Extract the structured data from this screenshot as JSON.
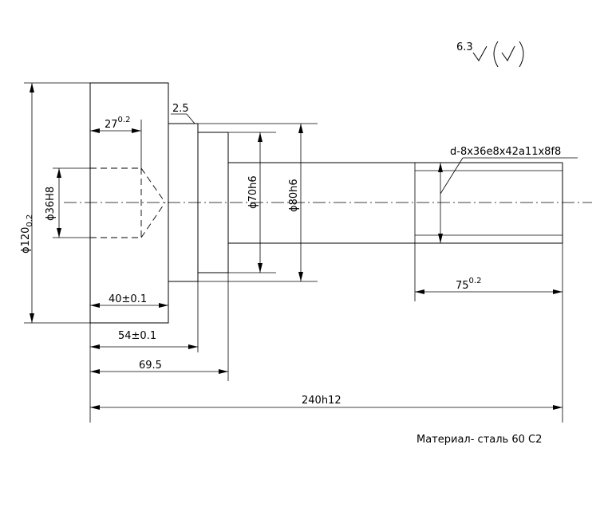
{
  "roughness": {
    "value": "6.3"
  },
  "dims": {
    "d120": "ϕ120",
    "d120_tol": "0.2",
    "d36": "ϕ36H8",
    "len27": "27",
    "len27_tol": "0.2",
    "ch25": "2.5",
    "d70": "ϕ70h6",
    "d80": "ϕ80h6",
    "spline": "d-8x36e8x42a11x8f8",
    "len40": "40±0.1",
    "len54": "54±0.1",
    "len695": "69.5",
    "len75": "75",
    "len75_tol": "0.2",
    "len240": "240h12"
  },
  "note": {
    "material": "Материал- сталь 60 С2"
  }
}
